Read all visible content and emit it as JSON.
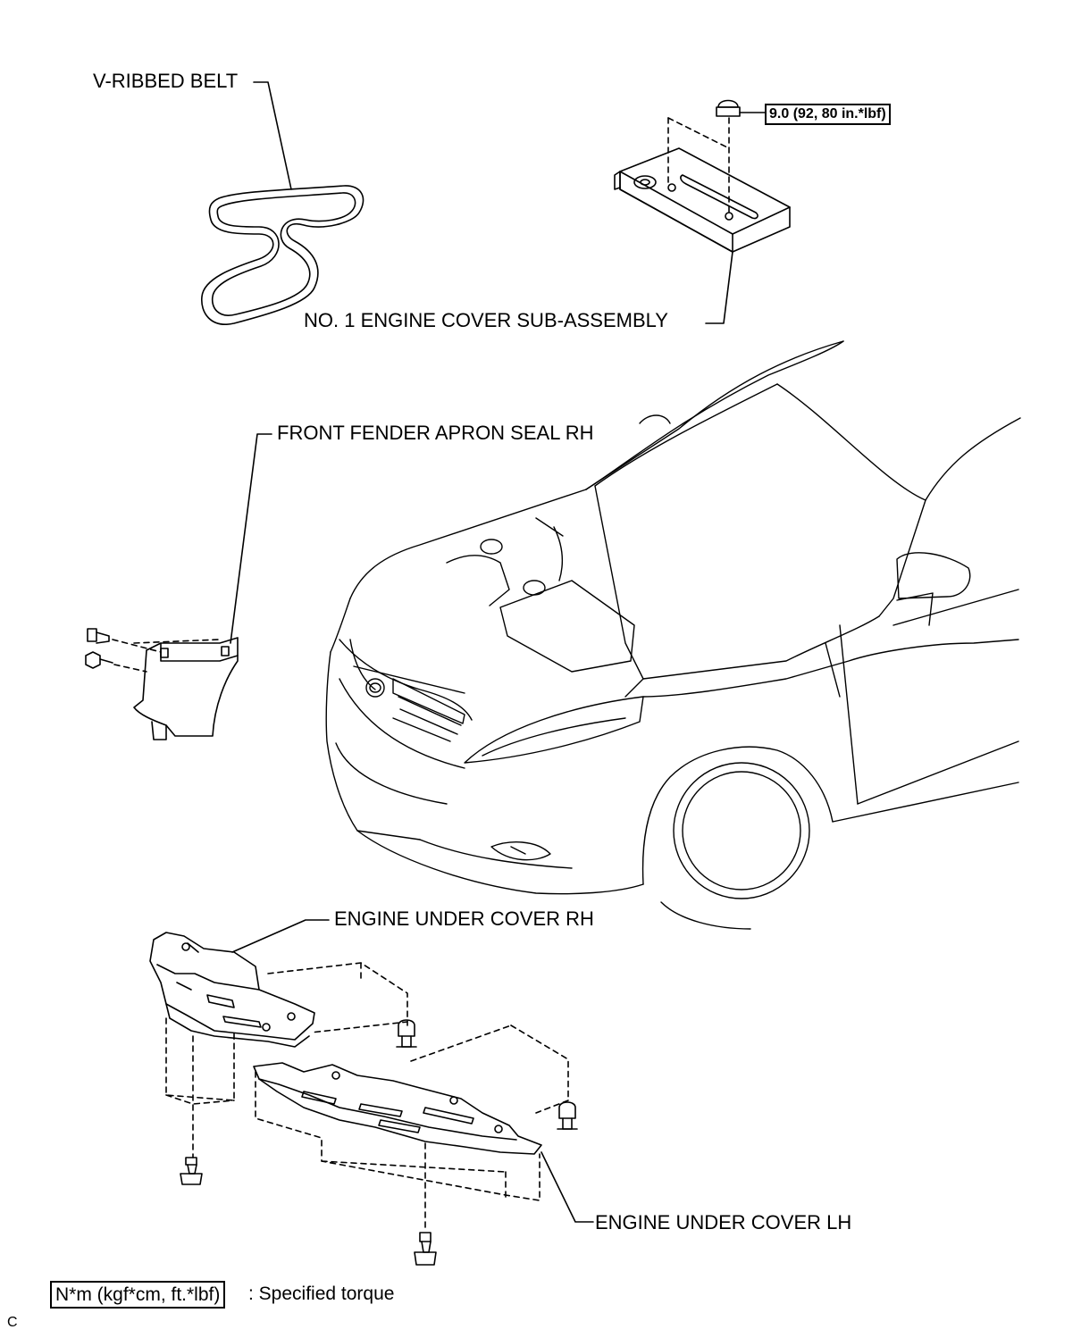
{
  "labels": {
    "v_ribbed_belt": "V-RIBBED BELT",
    "engine_cover": "NO. 1 ENGINE COVER SUB-ASSEMBLY",
    "front_fender_apron_seal": "FRONT FENDER APRON SEAL RH",
    "engine_under_cover_rh": "ENGINE UNDER COVER RH",
    "engine_under_cover_lh": "ENGINE UNDER COVER LH"
  },
  "torque": {
    "engine_cover_nut": "9.0 (92, 80 in.*lbf)"
  },
  "legend": {
    "unit": "N*m (kgf*cm, ft.*lbf)",
    "description": ": Specified torque"
  },
  "corner_mark": "C",
  "icons": [
    "bolt-icon",
    "nut-icon",
    "clip-icon"
  ]
}
